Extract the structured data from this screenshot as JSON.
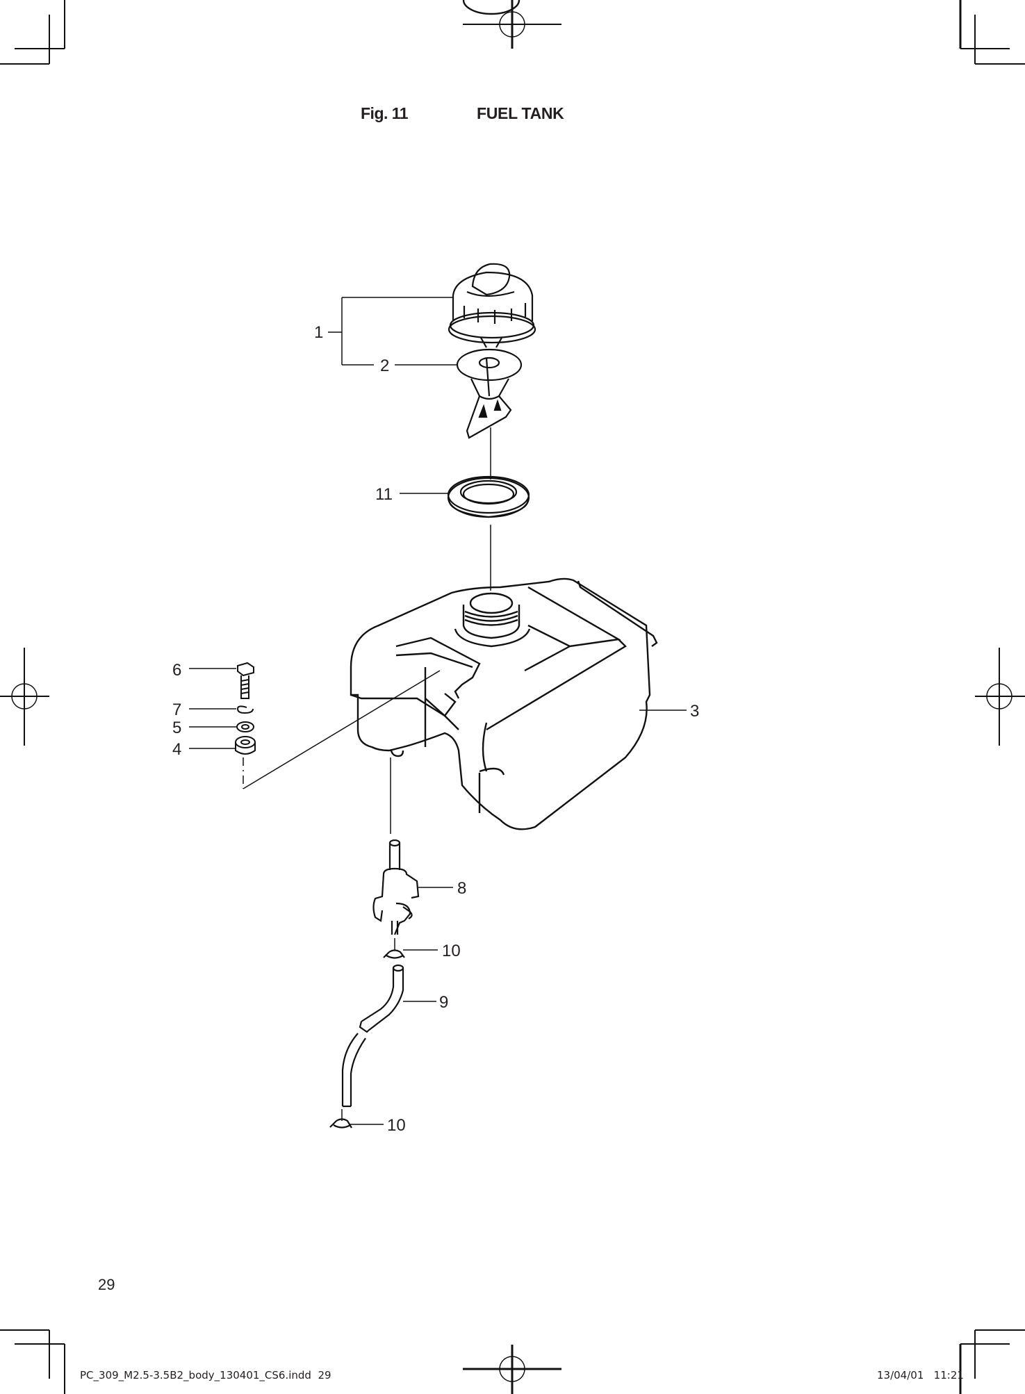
{
  "figure": {
    "label": "Fig. 11",
    "title": "FUEL TANK"
  },
  "callouts": [
    {
      "number": "1",
      "part": "fuel-cap-assembly"
    },
    {
      "number": "2",
      "part": "fuel-strainer"
    },
    {
      "number": "11",
      "part": "tank-seal-ring"
    },
    {
      "number": "3",
      "part": "fuel-tank"
    },
    {
      "number": "6",
      "part": "bolt"
    },
    {
      "number": "7",
      "part": "spring-washer"
    },
    {
      "number": "5",
      "part": "flat-washer"
    },
    {
      "number": "4",
      "part": "rubber-mount"
    },
    {
      "number": "8",
      "part": "fuel-cock"
    },
    {
      "number": "10",
      "part": "hose-clip-upper"
    },
    {
      "number": "9",
      "part": "fuel-hose"
    },
    {
      "number": "10",
      "part": "hose-clip-lower"
    }
  ],
  "page": {
    "number": "29"
  },
  "print_slug": {
    "filename": "PC_309_M2.5-3.5B2_body_130401_CS6.indd  29",
    "timestamp": "13/04/01   11:21"
  },
  "colors": {
    "ink": "#231f20",
    "paper": "#ffffff"
  }
}
